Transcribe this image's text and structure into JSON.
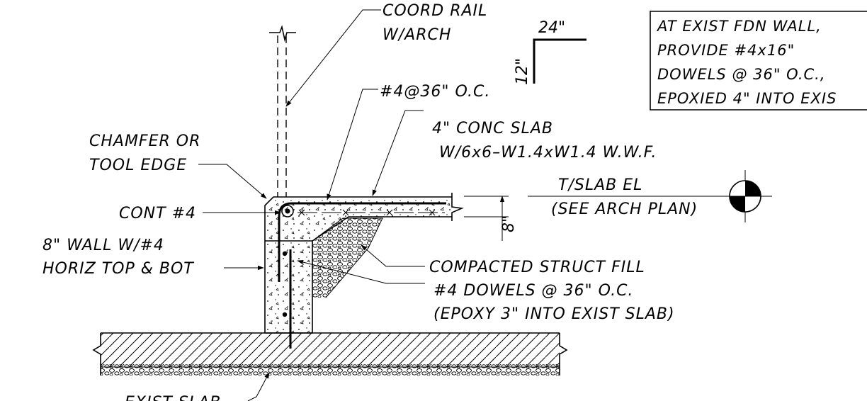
{
  "labels": {
    "coord_rail_1": "COORD RAIL",
    "coord_rail_2": "W/ARCH",
    "bar_spacing": "#4@36\" O.C.",
    "conc_slab_1": "4\" CONC SLAB",
    "conc_slab_2": "W/6x6–W1.4xW1.4 W.W.F.",
    "chamfer_1": "CHAMFER OR",
    "chamfer_2": "TOOL EDGE",
    "cont_bar": "CONT #4",
    "wall_1": "8\" WALL W/#4",
    "wall_2": "HORIZ TOP & BOT",
    "tslab_1": "T/SLAB EL",
    "tslab_2": "(SEE ARCH PLAN)",
    "fill": "COMPACTED STRUCT FILL",
    "dowels_1": "#4 DOWELS @ 36\" O.C.",
    "dowels_2": "(EPOXY 3\" INTO EXIST SLAB)",
    "exist_slab": "EXIST SLAB"
  },
  "bar_detail": {
    "horizontal": "24\"",
    "vertical": "12\""
  },
  "slab_thickness": "8\"",
  "note_box": {
    "line1": "AT EXIST FDN WALL,",
    "line2": "PROVIDE #4x16\"",
    "line3": "DOWELS @ 36\" O.C.,",
    "line4": "EPOXIED 4\" INTO EXIS"
  },
  "colors": {
    "ink": "#000000",
    "paper": "#ffffff"
  }
}
